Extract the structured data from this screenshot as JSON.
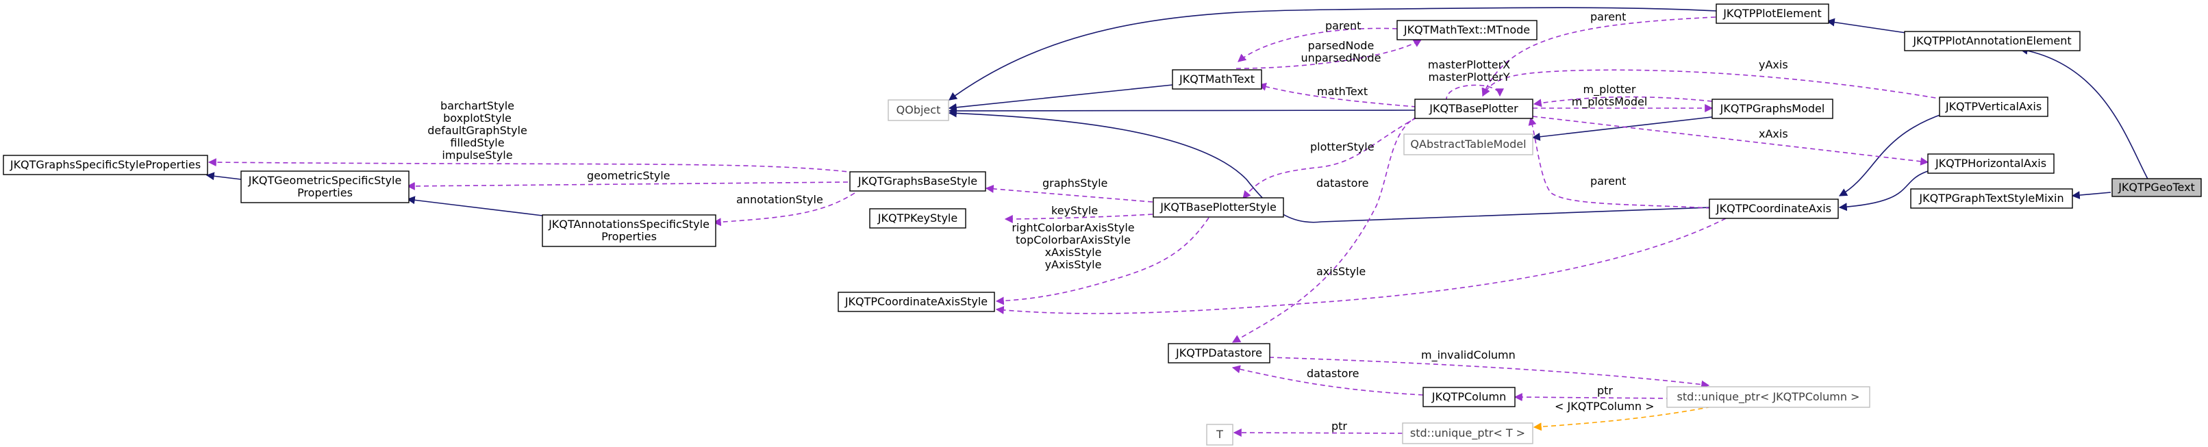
{
  "nodes": [
    {
      "id": "geo_text",
      "label": "JKQTPGeoText",
      "style": "highlight"
    },
    {
      "id": "plot_annotation_element",
      "label": "JKQTPPlotAnnotationElement",
      "style": "solid"
    },
    {
      "id": "graph_text_style_mixin",
      "label": "JKQTPGraphTextStyleMixin",
      "style": "solid"
    },
    {
      "id": "plot_element",
      "label": "JKQTPPlotElement",
      "style": "solid"
    },
    {
      "id": "qobject",
      "label": "QObject",
      "style": "gray"
    },
    {
      "id": "mathtext_mtnode",
      "label": "JKQTMathText::MTnode",
      "style": "solid"
    },
    {
      "id": "mathtext",
      "label": "JKQTMathText",
      "style": "solid"
    },
    {
      "id": "base_plotter",
      "label": "JKQTBasePlotter",
      "style": "solid"
    },
    {
      "id": "graphs_model",
      "label": "JKQTPGraphsModel",
      "style": "solid"
    },
    {
      "id": "abstract_table_model",
      "label": "QAbstractTableModel",
      "style": "gray"
    },
    {
      "id": "vertical_axis",
      "label": "JKQTPVerticalAxis",
      "style": "solid"
    },
    {
      "id": "horizontal_axis",
      "label": "JKQTPHorizontalAxis",
      "style": "solid"
    },
    {
      "id": "coordinate_axis",
      "label": "JKQTPCoordinateAxis",
      "style": "solid"
    },
    {
      "id": "graphs_specific_style_properties",
      "label": "JKQTGraphsSpecificStyleProperties",
      "style": "solid"
    },
    {
      "id": "geometric_specific_style_properties",
      "label": "JKQTGeometricSpecificStyle\nProperties",
      "style": "solid"
    },
    {
      "id": "annotations_specific_style_properties",
      "label": "JKQTAnnotationsSpecificStyle\nProperties",
      "style": "solid"
    },
    {
      "id": "graphs_base_style",
      "label": "JKQTGraphsBaseStyle",
      "style": "solid"
    },
    {
      "id": "key_style",
      "label": "JKQTPKeyStyle",
      "style": "solid"
    },
    {
      "id": "base_plotter_style",
      "label": "JKQTBasePlotterStyle",
      "style": "solid"
    },
    {
      "id": "coordinate_axis_style",
      "label": "JKQTPCoordinateAxisStyle",
      "style": "solid"
    },
    {
      "id": "datastore",
      "label": "JKQTPDatastore",
      "style": "solid"
    },
    {
      "id": "column",
      "label": "JKQTPColumn",
      "style": "solid"
    },
    {
      "id": "unique_ptr_column",
      "label": "std::unique_ptr< JKQTPColumn >",
      "style": "gray"
    },
    {
      "id": "t",
      "label": "T",
      "style": "gray"
    },
    {
      "id": "unique_ptr_t",
      "label": "std::unique_ptr< T >",
      "style": "gray"
    }
  ],
  "edge_labels": {
    "yaxis": "yAxis",
    "xaxis": "xAxis",
    "master_plotter": "masterPlotterX\nmasterPlotterY",
    "m_plotter": "m_plotter\nm_plotsModel",
    "parent_mtnode": "parent",
    "parent_element": "parent",
    "parsed_node": "parsedNode\nunparsedNode",
    "math_text": "mathText",
    "plotter_style": "plotterStyle",
    "datastore_bp": "datastore",
    "parent_axis": "parent",
    "barchart_style": "barchartStyle\nboxplotStyle\ndefaultGraphStyle\nfilledStyle\nimpulseStyle",
    "geometric_style": "geometricStyle",
    "annotation_style": "annotationStyle",
    "graphs_style": "graphsStyle",
    "key_style": "keyStyle",
    "axis_styles": "rightColorbarAxisStyle\ntopColorbarAxisStyle\nxAxisStyle\nyAxisStyle",
    "axis_style": "axisStyle",
    "m_invalid_column": "m_invalidColumn",
    "datastore_col": "datastore",
    "ptr_col": "ptr",
    "template_arg": "< JKQTPColumn >",
    "ptr_t": "ptr"
  },
  "colors": {
    "inheritance": "#191970",
    "usage": "#9a32cd",
    "template": "#ffa500",
    "node_border": "#000000",
    "gray_border": "#bfbfbf",
    "gray_text": "#404040",
    "highlight_fill": "#bfbfbf"
  }
}
